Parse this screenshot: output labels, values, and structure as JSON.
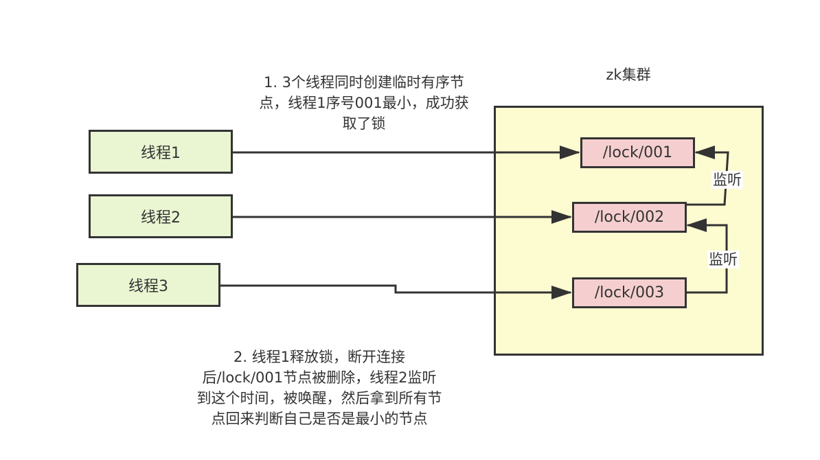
{
  "cluster": {
    "title": "zk集群"
  },
  "threads": [
    {
      "label": "线程1"
    },
    {
      "label": "线程2"
    },
    {
      "label": "线程3"
    }
  ],
  "nodes": [
    {
      "label": "/lock/001"
    },
    {
      "label": "/lock/002"
    },
    {
      "label": "/lock/003"
    }
  ],
  "watch_labels": [
    {
      "label": "监听"
    },
    {
      "label": "监听"
    }
  ],
  "annotations": {
    "step1": [
      "1. 3个线程同时创建临时有序节",
      "点，线程1序号001最小，成功获",
      "取了锁"
    ],
    "step2": [
      "2. 线程1释放锁，断开连接",
      "后/lock/001节点被删除，线程2监听",
      "到这个时间，被唤醒，然后拿到所有节",
      "点回来判断自己是否是最小的节点"
    ]
  },
  "colors": {
    "thread_fill": "#eaf5d2",
    "cluster_fill": "#fdfbd0",
    "node_fill": "#f5cfcf",
    "stroke": "#333333"
  }
}
